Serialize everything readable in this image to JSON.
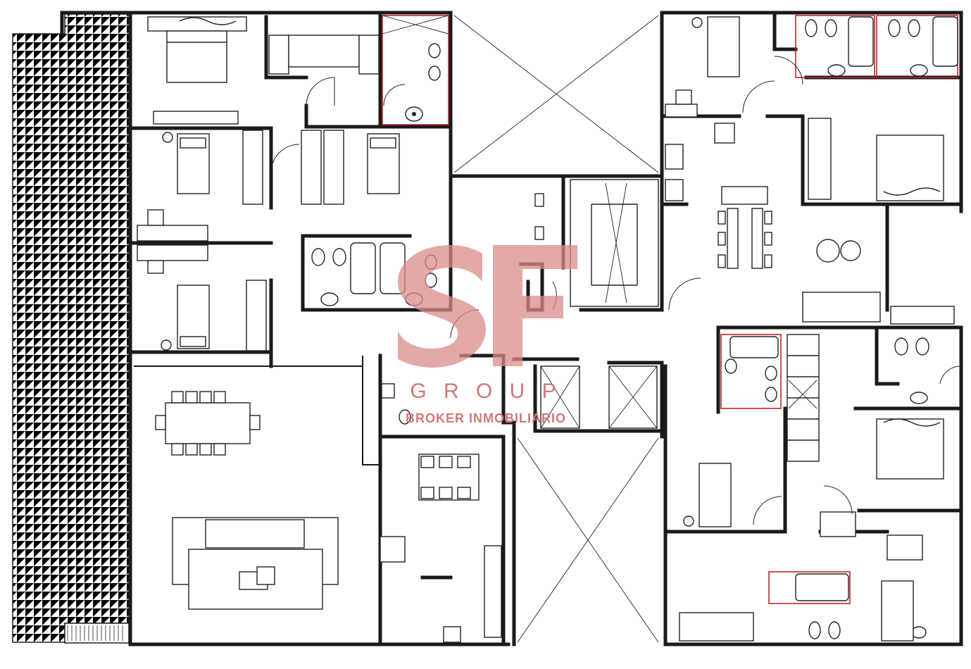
{
  "watermark": {
    "logo_text": "SF",
    "brand": "G R O U P",
    "tagline": "BROKER INMOBILIARIO",
    "color": "#d27777"
  },
  "colors": {
    "walls": "#1a1a1a",
    "bathroom_outline": "#c0262c",
    "background": "#ffffff"
  }
}
